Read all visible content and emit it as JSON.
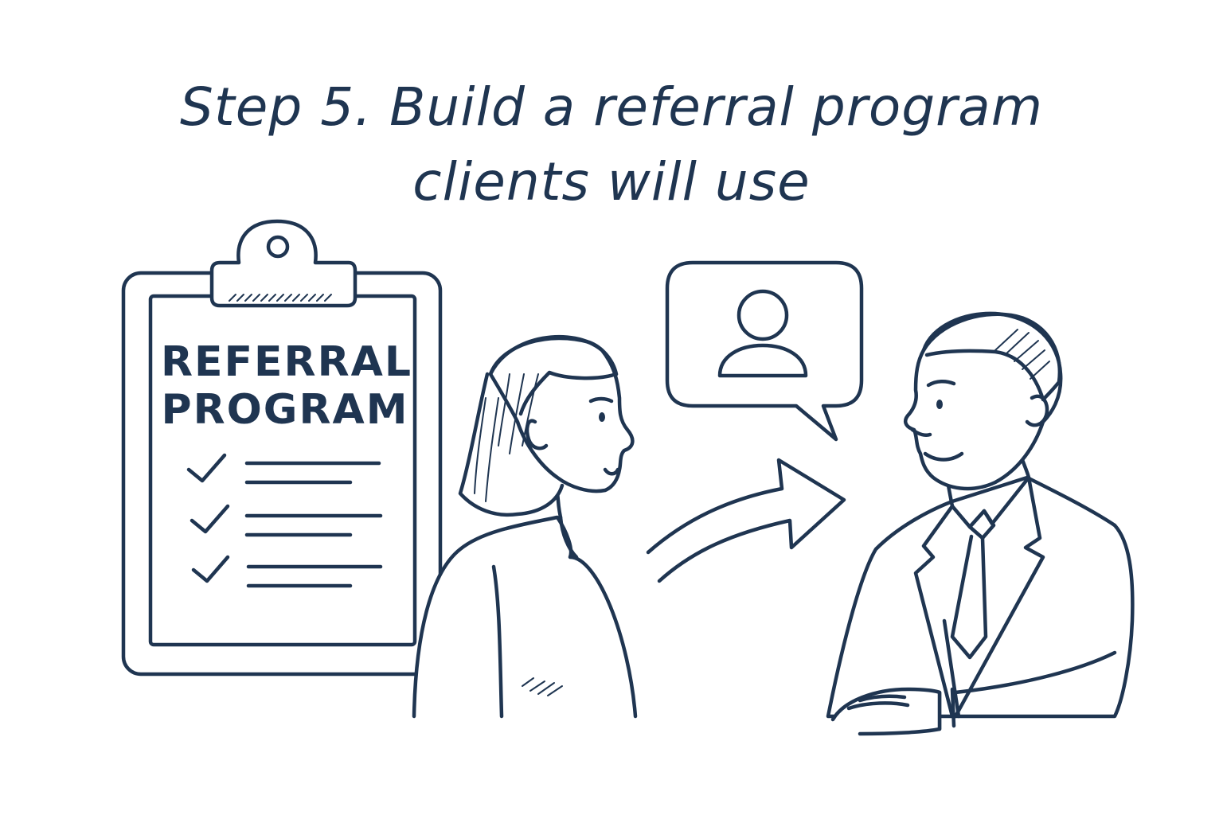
{
  "title": {
    "line1": "Step 5. Build a referral program",
    "line2": "clients will use"
  },
  "clipboard": {
    "heading_line1": "REFERRAL",
    "heading_line2": "PROGRAM",
    "checked_items": 3
  },
  "speech_bubble": {
    "icon": "person-icon"
  },
  "colors": {
    "ink": "#1f3551",
    "background": "#ffffff"
  }
}
